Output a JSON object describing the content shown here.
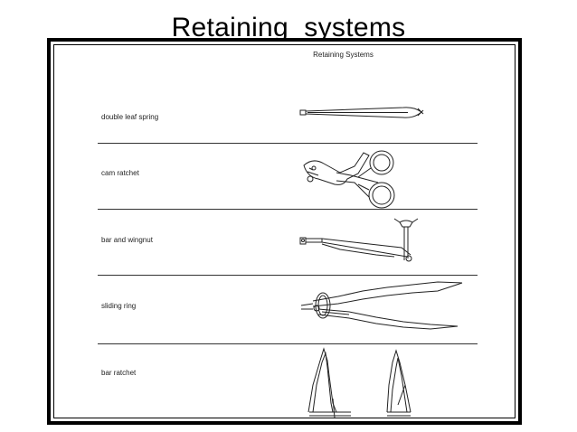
{
  "slide": {
    "title": "Retaining  systems"
  },
  "figure": {
    "title": "Retaining Systems",
    "rows": [
      {
        "label": "double leaf spring"
      },
      {
        "label": "cam ratchet"
      },
      {
        "label": "bar and wingnut"
      },
      {
        "label": "sliding ring"
      },
      {
        "label": "bar ratchet"
      }
    ]
  }
}
